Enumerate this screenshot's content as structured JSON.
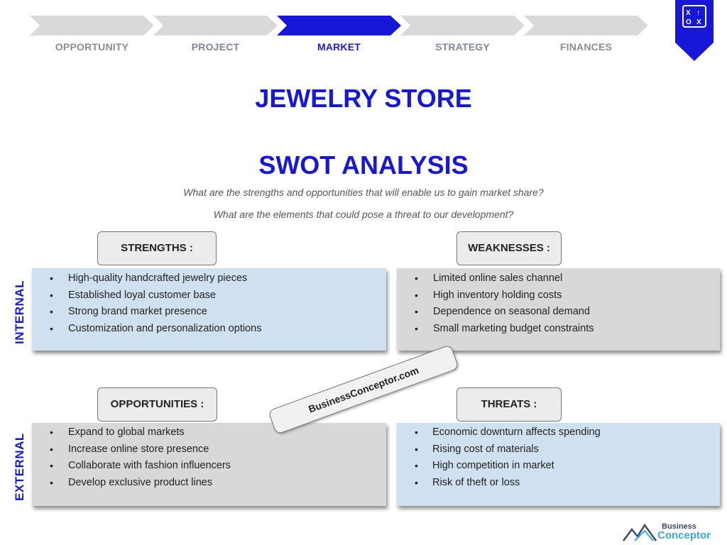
{
  "nav": {
    "steps": [
      {
        "label": "OPPORTUNITY",
        "active": false
      },
      {
        "label": "PROJECT",
        "active": false
      },
      {
        "label": "MARKET",
        "active": true
      },
      {
        "label": "STRATEGY",
        "active": false
      },
      {
        "label": "FINANCES",
        "active": false
      }
    ],
    "badge_icon": "strategy-board-icon",
    "colors": {
      "active": "#1717d9",
      "inactive": "#d9d9d9",
      "badge": "#1717d9"
    }
  },
  "header": {
    "title": "JEWELRY STORE",
    "subtitle": "SWOT ANALYSIS",
    "question_1": "What are the strengths and opportunities that will enable us to gain market share?",
    "question_2": "What are the elements that could pose a threat to our development?"
  },
  "axis_labels": {
    "internal": "INTERNAL",
    "external": "EXTERNAL"
  },
  "swot": {
    "strengths": {
      "label": "STRENGTHS :",
      "items": [
        "High-quality handcrafted jewelry pieces",
        "Established loyal customer base",
        "Strong brand market presence",
        "Customization and personalization options"
      ]
    },
    "weaknesses": {
      "label": "WEAKNESSES :",
      "items": [
        "Limited online sales channel",
        "High inventory holding costs",
        "Dependence on seasonal demand",
        "Small marketing budget constraints"
      ]
    },
    "opportunities": {
      "label": "OPPORTUNITIES :",
      "items": [
        "Expand to global markets",
        "Increase online store presence",
        "Collaborate with fashion influencers",
        "Develop exclusive product lines"
      ]
    },
    "threats": {
      "label": "THREATS :",
      "items": [
        "Economic downturn affects spending",
        "Rising cost of materials",
        "High competition in market",
        "Risk of theft or loss"
      ]
    }
  },
  "watermark": "BusinessConceptor.com",
  "brand": {
    "line1": "Business",
    "line2": "Conceptor"
  },
  "colors": {
    "blue_box": "#cfe0f1",
    "grey_box": "#d8d8d8",
    "title": "#1717d9"
  }
}
